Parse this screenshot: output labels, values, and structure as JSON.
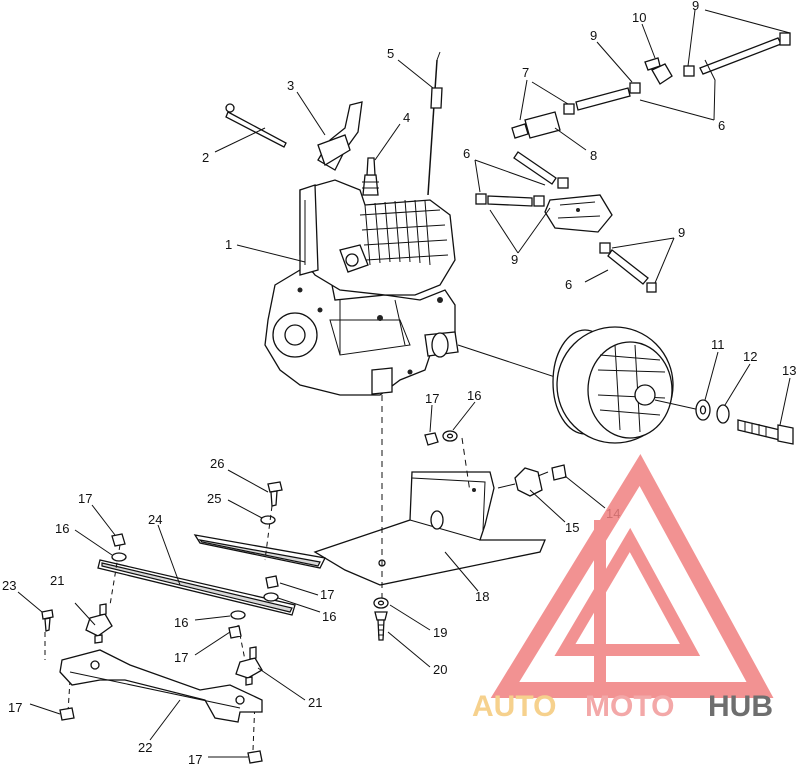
{
  "diagram": {
    "callouts": [
      "1",
      "2",
      "3",
      "4",
      "5",
      "6",
      "6",
      "6",
      "7",
      "8",
      "9",
      "9",
      "9",
      "9",
      "10",
      "11",
      "12",
      "13",
      "14",
      "15",
      "16",
      "16",
      "16",
      "16",
      "17",
      "17",
      "17",
      "17",
      "17",
      "17",
      "18",
      "19",
      "20",
      "21",
      "21",
      "22",
      "23",
      "24",
      "25",
      "26"
    ]
  },
  "watermark": {
    "part1": "AUTO",
    "part2": "MOTO",
    "part3": "HUB",
    "colors": {
      "auto": "#f5c97a",
      "moto": "#f29a9a",
      "hub": "#555555",
      "logo": "#f08080"
    }
  }
}
